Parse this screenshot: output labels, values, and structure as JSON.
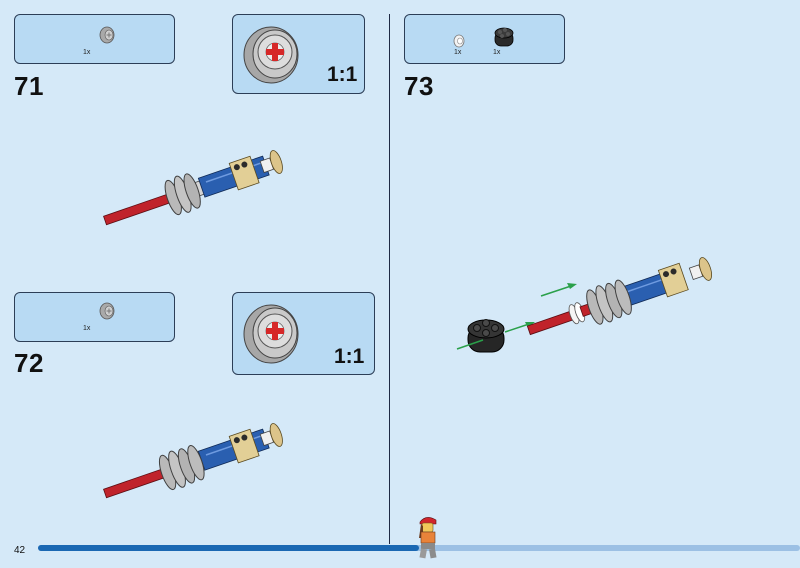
{
  "page": {
    "number": "42"
  },
  "progress": {
    "fraction": 0.5
  },
  "steps": [
    {
      "number": "71",
      "parts": [
        {
          "qty": "1x",
          "icon": "gray-bush-piece-icon"
        }
      ],
      "scale": "1:1"
    },
    {
      "number": "72",
      "parts": [
        {
          "qty": "1x",
          "icon": "gray-bush-piece-icon"
        }
      ],
      "scale": "1:1"
    },
    {
      "number": "73",
      "parts": [
        {
          "qty": "1x",
          "icon": "white-bush-piece-icon"
        },
        {
          "qty": "1x",
          "icon": "black-round-brick-icon"
        }
      ]
    }
  ],
  "colors": {
    "background": "#d5e9f8",
    "callout": "#b8daf3",
    "progress": "#1a68b3",
    "axle_red": "#c0232b",
    "axle_blue": "#2a5fb0",
    "tan": "#e2cf96",
    "gray": "#a5a5a5",
    "arrow": "#2aa04a"
  }
}
